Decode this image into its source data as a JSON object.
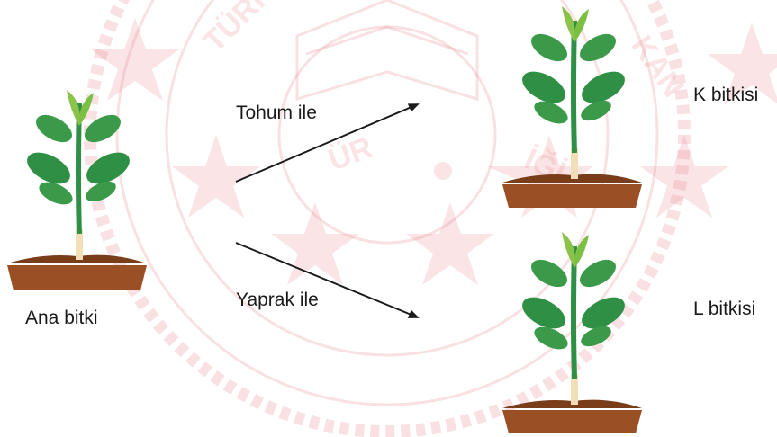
{
  "labels": {
    "parent_plant": "Ana bitki",
    "seed_method": "Tohum ile",
    "leaf_method": "Yaprak ile",
    "plant_k": "K bitkisi",
    "plant_l": "L bitkisi"
  },
  "icons": {
    "plant": "potted-plant-icon",
    "arrow": "arrow-right-icon"
  },
  "colors": {
    "watermark": "#e8848c",
    "leaf_dark": "#2f8f45",
    "leaf_light": "#7cc043",
    "soil": "#a0522d",
    "text": "#1a1a1a"
  }
}
